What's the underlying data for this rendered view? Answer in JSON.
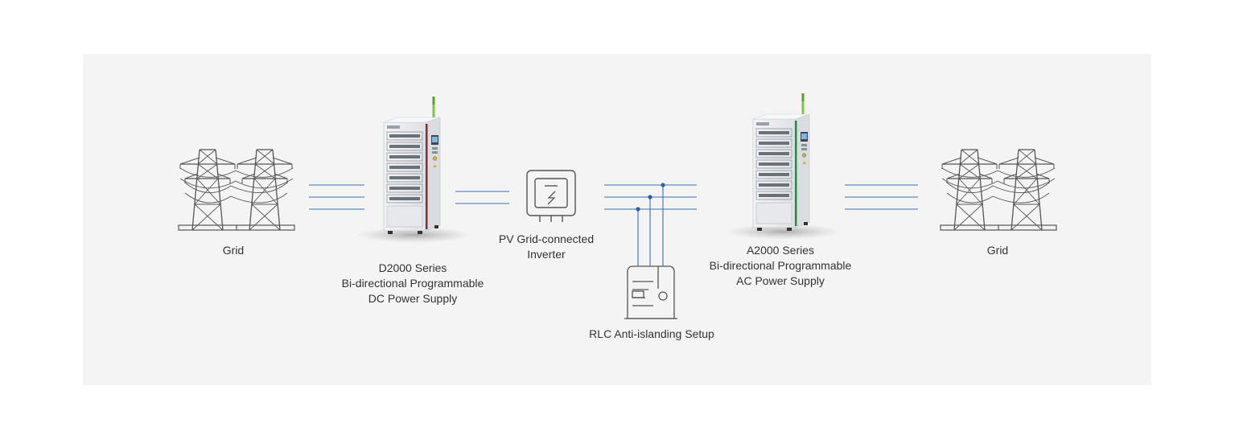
{
  "nodes": {
    "grid_left": {
      "label": "Grid"
    },
    "dc_supply": {
      "lines": [
        "D2000 Series",
        "Bi-directional Programmable",
        "DC Power Supply"
      ]
    },
    "inverter": {
      "lines": [
        "PV Grid-connected",
        "Inverter"
      ]
    },
    "rlc_setup": {
      "label": "RLC Anti-islanding Setup"
    },
    "ac_supply": {
      "lines": [
        "A2000 Series",
        "Bi-directional Programmable",
        "AC Power Supply"
      ]
    },
    "grid_right": {
      "label": "Grid"
    }
  },
  "colors": {
    "panel_bg": "#f4f4f4",
    "connection_line": "#3d6fb5",
    "node_dot": "#2f5fa8",
    "icon_stroke": "#555555",
    "cabinet_body": "#e9ebee",
    "cabinet_accent_red": "#8a2d30",
    "cabinet_accent_green": "#2e8b3e",
    "antenna_green": "#7ac943"
  },
  "icons": [
    "transmission-tower-icon",
    "power-cabinet-icon",
    "inverter-icon",
    "rlc-load-icon"
  ]
}
